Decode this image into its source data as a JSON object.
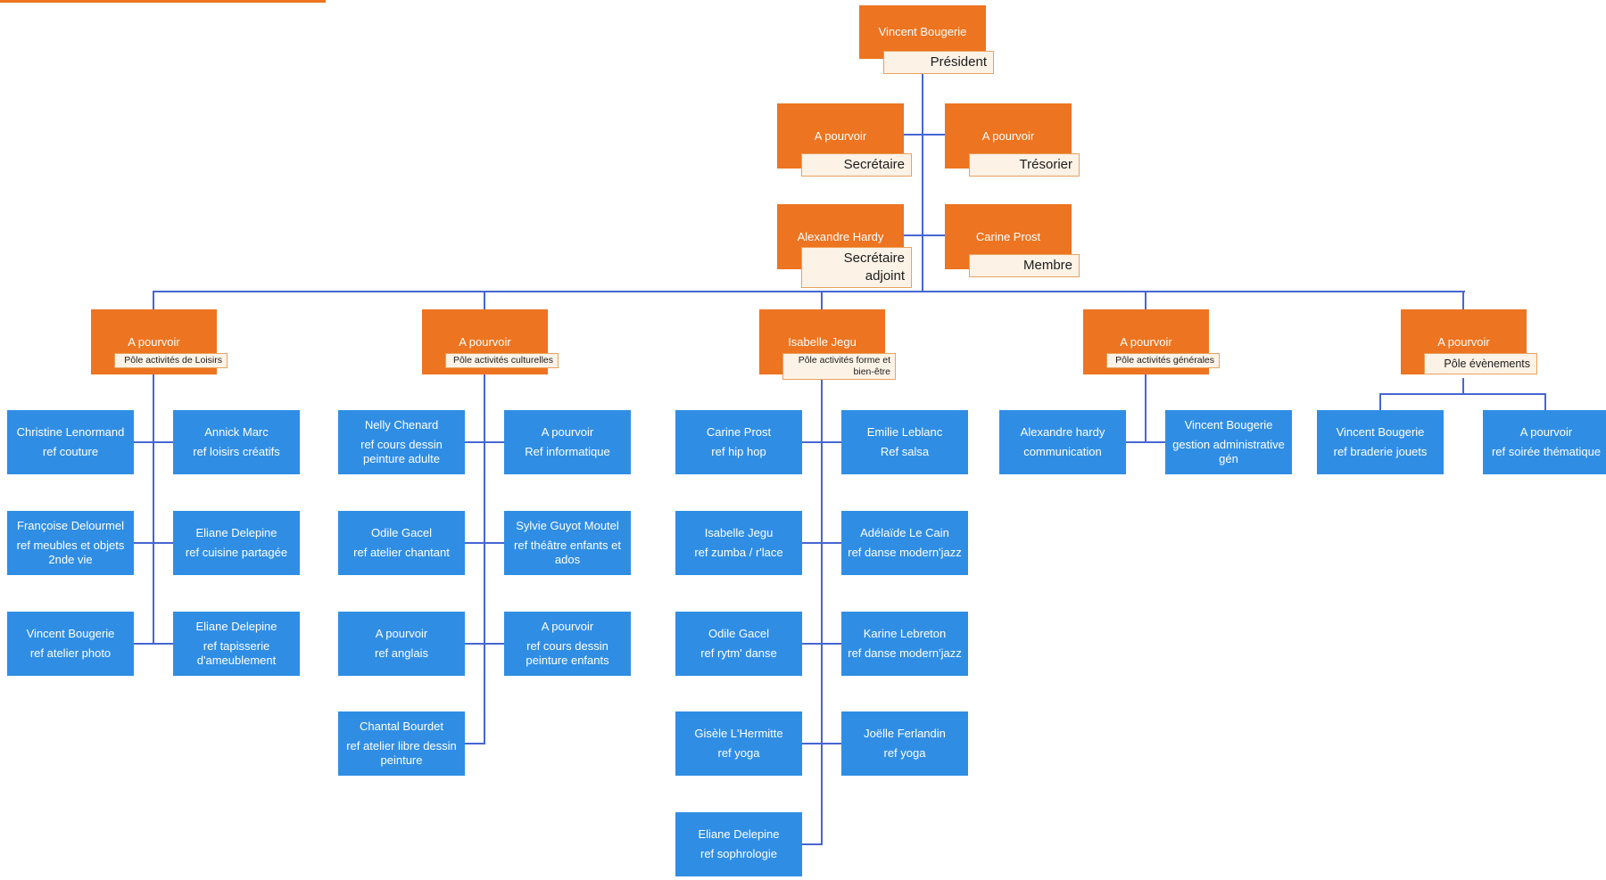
{
  "colors": {
    "orange_box": "#ed7420",
    "blue_box": "#2f8ee4",
    "connector": "#4766d2",
    "label_bg": "#fdf2e6",
    "label_border": "#e8a25e",
    "label_text": "#1c1c1c"
  },
  "executives": [
    {
      "name": "Vincent Bougerie",
      "role": "Président"
    },
    {
      "name": "A pourvoir",
      "role": "Secrétaire"
    },
    {
      "name": "A pourvoir",
      "role": "Trésorier"
    },
    {
      "name": "Alexandre Hardy",
      "role": "Secrétaire adjoint"
    },
    {
      "name": "Carine Prost",
      "role": "Membre"
    }
  ],
  "departments": [
    {
      "head": "A pourvoir",
      "label": "Pôle activités de Loisirs",
      "members": [
        {
          "name": "Christine Lenormand",
          "role": "ref couture"
        },
        {
          "name": "Annick Marc",
          "role": "ref loisirs créatifs"
        },
        {
          "name": "Françoise Delourmel",
          "role": "ref meubles et objets 2nde vie"
        },
        {
          "name": "Eliane Delepine",
          "role": "ref cuisine partagée"
        },
        {
          "name": "Vincent Bougerie",
          "role": "ref atelier photo"
        },
        {
          "name": "Eliane Delepine",
          "role": "ref tapisserie d'ameublement"
        }
      ]
    },
    {
      "head": "A pourvoir",
      "label": "Pôle activités culturelles",
      "members": [
        {
          "name": "Nelly Chenard",
          "role": "ref cours dessin peinture adulte"
        },
        {
          "name": "A pourvoir",
          "role": "Ref informatique"
        },
        {
          "name": "Odile Gacel",
          "role": "ref atelier chantant"
        },
        {
          "name": "Sylvie Guyot Moutel",
          "role": "ref théâtre enfants et ados"
        },
        {
          "name": "A pourvoir",
          "role": "ref anglais"
        },
        {
          "name": "A pourvoir",
          "role": "ref cours dessin peinture enfants"
        },
        {
          "name": "Chantal Bourdet",
          "role": "ref atelier libre dessin peinture"
        }
      ]
    },
    {
      "head": "Isabelle Jegu",
      "label": "Pôle activités forme et bien-être",
      "members": [
        {
          "name": "Carine Prost",
          "role": "ref hip hop"
        },
        {
          "name": "Emilie Leblanc",
          "role": "Ref salsa"
        },
        {
          "name": "Isabelle Jegu",
          "role": "ref zumba / r'lace"
        },
        {
          "name": "Adélaïde Le Cain",
          "role": "ref danse modern'jazz"
        },
        {
          "name": "Odile Gacel",
          "role": "ref rytm' danse"
        },
        {
          "name": "Karine Lebreton",
          "role": "ref danse modern'jazz"
        },
        {
          "name": "Gisèle L'Hermitte",
          "role": "ref yoga"
        },
        {
          "name": "Joëlle Ferlandin",
          "role": "ref yoga"
        },
        {
          "name": "Eliane Delepine",
          "role": "ref sophrologie"
        }
      ]
    },
    {
      "head": "A pourvoir",
      "label": "Pôle activités générales",
      "members": [
        {
          "name": "Alexandre hardy",
          "role": "communication"
        },
        {
          "name": "Vincent Bougerie",
          "role": "gestion administrative gén"
        }
      ]
    },
    {
      "head": "A pourvoir",
      "label": "Pôle évènements",
      "members": [
        {
          "name": "Vincent Bougerie",
          "role": "ref braderie jouets"
        },
        {
          "name": "A pourvoir",
          "role": "ref soirée thématique"
        }
      ]
    }
  ]
}
